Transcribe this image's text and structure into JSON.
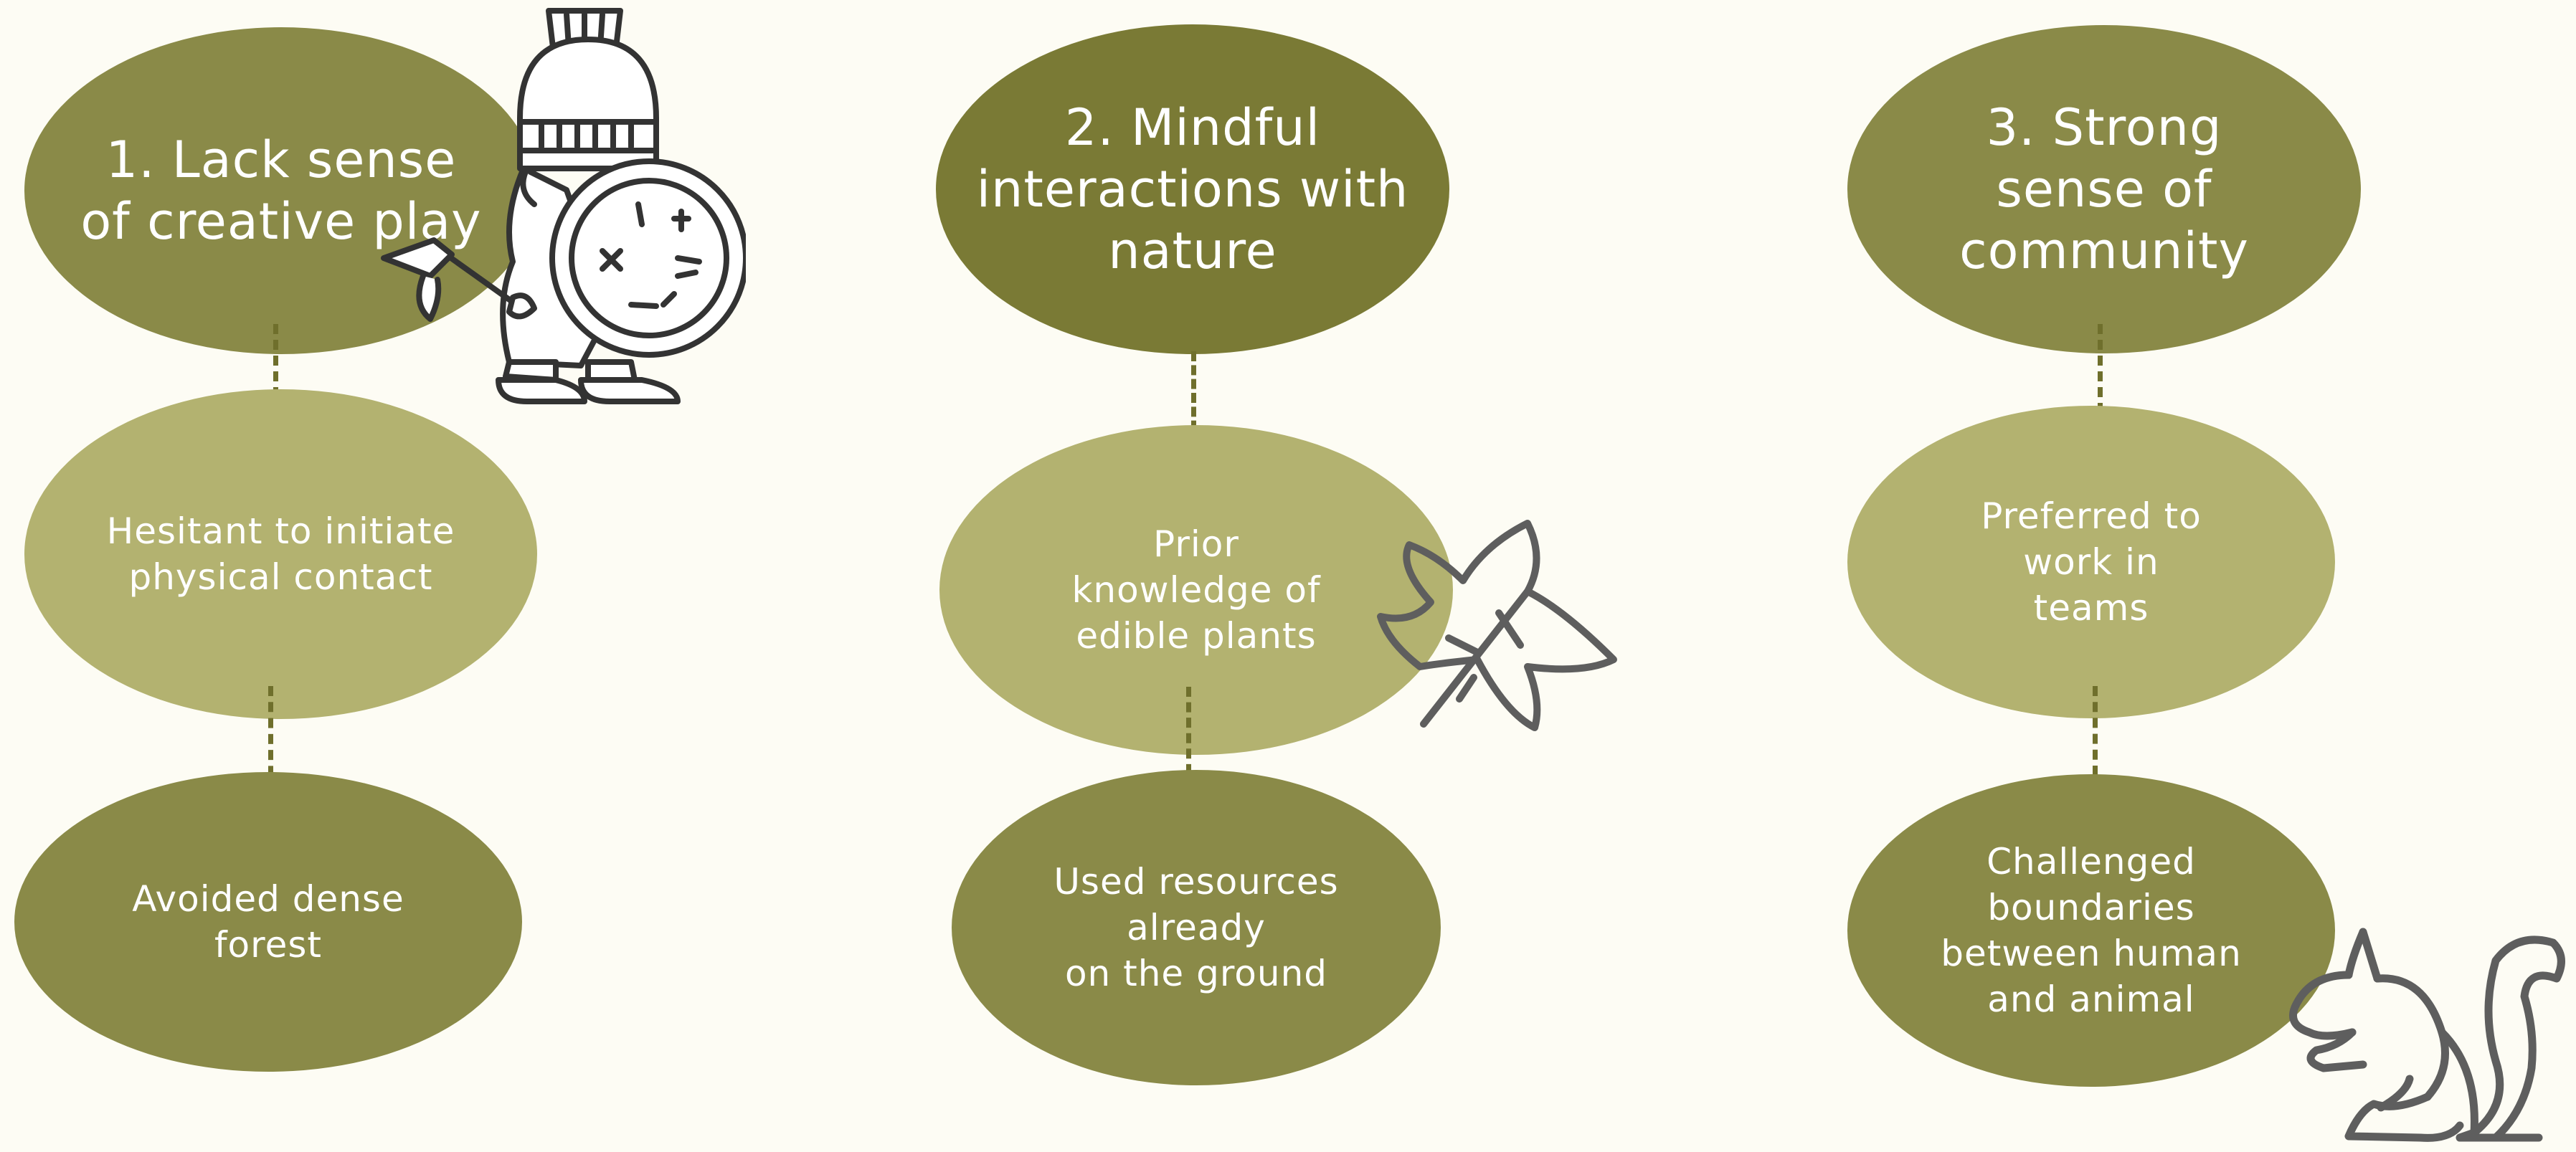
{
  "colors": {
    "background": "#fdfcf4",
    "olive_mid": "#8a8a48",
    "olive_dark": "#7a7a35",
    "olive_light": "#b3b270",
    "connector": "#6f6f2c",
    "icon_stroke": "#5e5e5e"
  },
  "columns": [
    {
      "heading": "1. Lack sense\nof creative play",
      "items": [
        "Hesitant to initiate\nphysical contact",
        "Avoided dense\nforest"
      ]
    },
    {
      "heading": "2. Mindful\ninteractions with\nnature",
      "items": [
        "Prior\nknowledge of\nedible plants",
        "Used resources\nalready\non the ground"
      ]
    },
    {
      "heading": "3. Strong\nsense of\ncommunity",
      "items": [
        "Preferred to\nwork in\nteams",
        "Challenged\nboundaries\nbetween human\nand animal"
      ]
    }
  ],
  "icons": [
    "knight-icon",
    "leaf-icon",
    "squirrel-icon"
  ]
}
